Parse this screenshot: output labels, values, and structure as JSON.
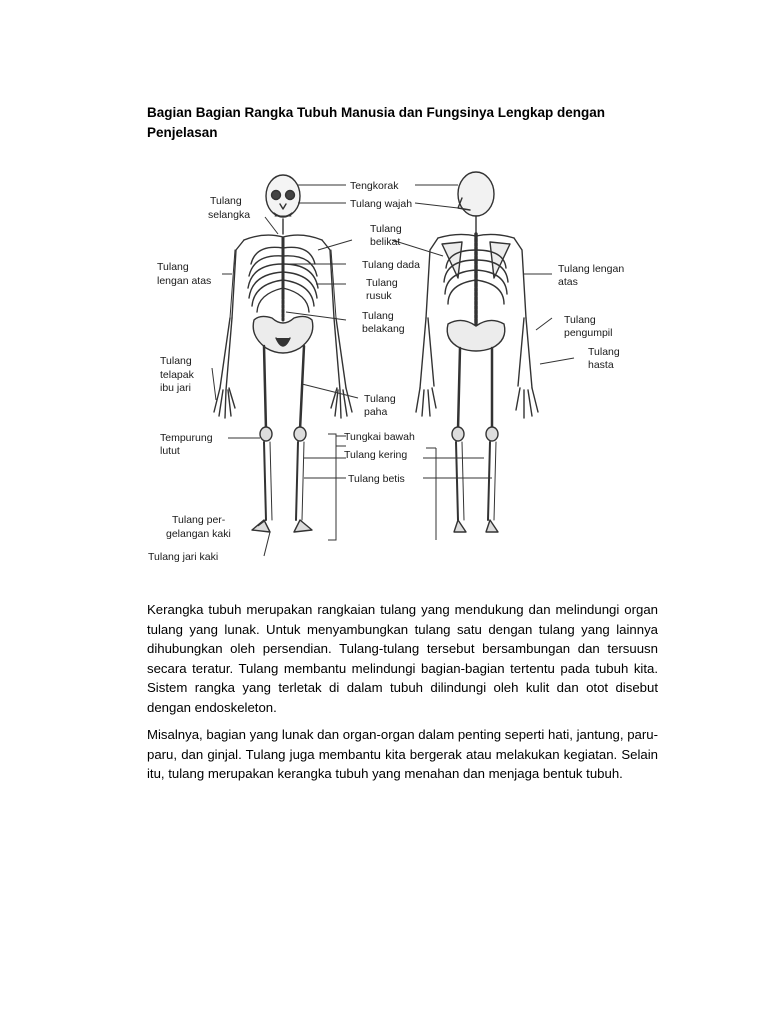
{
  "document": {
    "title": "Bagian Bagian Rangka Tubuh Manusia dan Fungsinya Lengkap dengan Penjelasan",
    "paragraphs": [
      "Kerangka tubuh merupakan rangkaian tulang yang mendukung dan melindungi organ tulang yang lunak. Untuk menyambungkan tulang satu dengan tulang yang lainnya dihubungkan oleh persendian. Tulang-tulang tersebut bersambungan dan tersuusn secara teratur. Tulang membantu melindungi bagian-bagian tertentu pada tubuh kita. Sistem rangka yang terletak di dalam tubuh dilindungi oleh kulit dan otot disebut dengan endoskeleton.",
      "Misalnya, bagian yang lunak dan organ-organ dalam penting seperti hati, jantung, paru-paru, dan ginjal. Tulang juga membantu kita bergerak atau melakukan kegiatan. Selain itu, tulang merupakan kerangka tubuh yang menahan dan menjaga bentuk tubuh."
    ]
  },
  "figure": {
    "labels": {
      "tengkorak": "Tengkorak",
      "tulang_wajah": "Tulang wajah",
      "tulang_selangka_1": "Tulang",
      "tulang_selangka_2": "selangka",
      "tulang_belikat_1": "Tulang",
      "tulang_belikat_2": "belikat",
      "tulang_dada": "Tulang dada",
      "tulang_rusuk_1": "Tulang",
      "tulang_rusuk_2": "rusuk",
      "tulang_belakang_1": "Tulang",
      "tulang_belakang_2": "belakang",
      "lengan_atas_left_1": "Tulang",
      "lengan_atas_left_2": "lengan atas",
      "telapak_1": "Tulang",
      "telapak_2": "telapak",
      "telapak_3": "ibu jari",
      "tempurung_1": "Tempurung",
      "tempurung_2": "lutut",
      "tulang_paha_1": "Tulang",
      "tulang_paha_2": "paha",
      "tungkai_bawah": "Tungkai bawah",
      "tulang_kering": "Tulang kering",
      "tulang_betis": "Tulang betis",
      "pergelangan_1": "Tulang per-",
      "pergelangan_2": "gelangan kaki",
      "jari_kaki": "Tulang jari kaki",
      "lengan_atas_right_1": "Tulang lengan",
      "lengan_atas_right_2": "atas",
      "pengumpil_1": "Tulang",
      "pengumpil_2": "pengumpil",
      "hasta_1": "Tulang",
      "hasta_2": "hasta"
    }
  }
}
